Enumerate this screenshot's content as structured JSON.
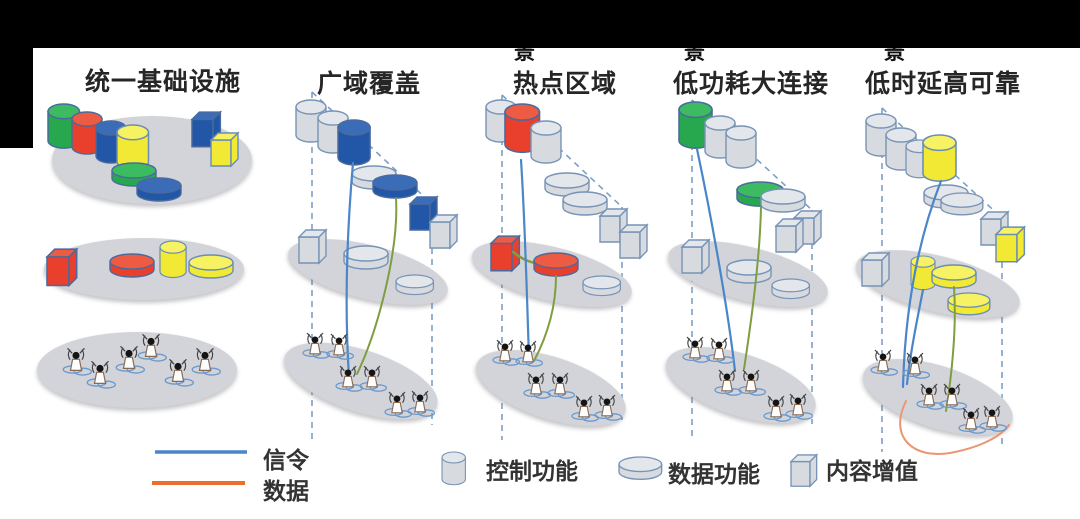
{
  "columns": [
    {
      "title": "统一基础设施"
    },
    {
      "title": "广域覆盖"
    },
    {
      "title": "热点区域"
    },
    {
      "title": "低功耗大连接"
    },
    {
      "title": "低时延高可靠"
    }
  ],
  "cropped_fragments": [
    "景",
    "景",
    "景"
  ],
  "legend": {
    "signaling_label": "信令",
    "data_label": "数据",
    "control_label": "控制功能",
    "data_function_label": "数据功能",
    "value_add_label": "内容增值"
  },
  "palette": {
    "bar": "#000000",
    "blue": "#2157a6",
    "blueCap": "#3a6cb8",
    "red": "#e8402d",
    "redCap": "#ee5b43",
    "green": "#27a84f",
    "greenCap": "#3dbb60",
    "yellow": "#f2e935",
    "yellowCap": "#f7f263",
    "grayFill": "#d7dade",
    "grayCap": "#e3e6ea",
    "grayStroke": "#7793b6",
    "colorStroke": "#4a6a9e",
    "yellowStroke": "#6a8db4",
    "platform": "#d2d4d9",
    "lineBlue": "#4a86c8",
    "lineGreen": "#7f9e3f",
    "lineOrange": "#ed6f2e",
    "lineOrangeLight": "#eb9673",
    "dash": "#7d9fc7",
    "titleColor": "#262626",
    "textColor": "#333333"
  }
}
